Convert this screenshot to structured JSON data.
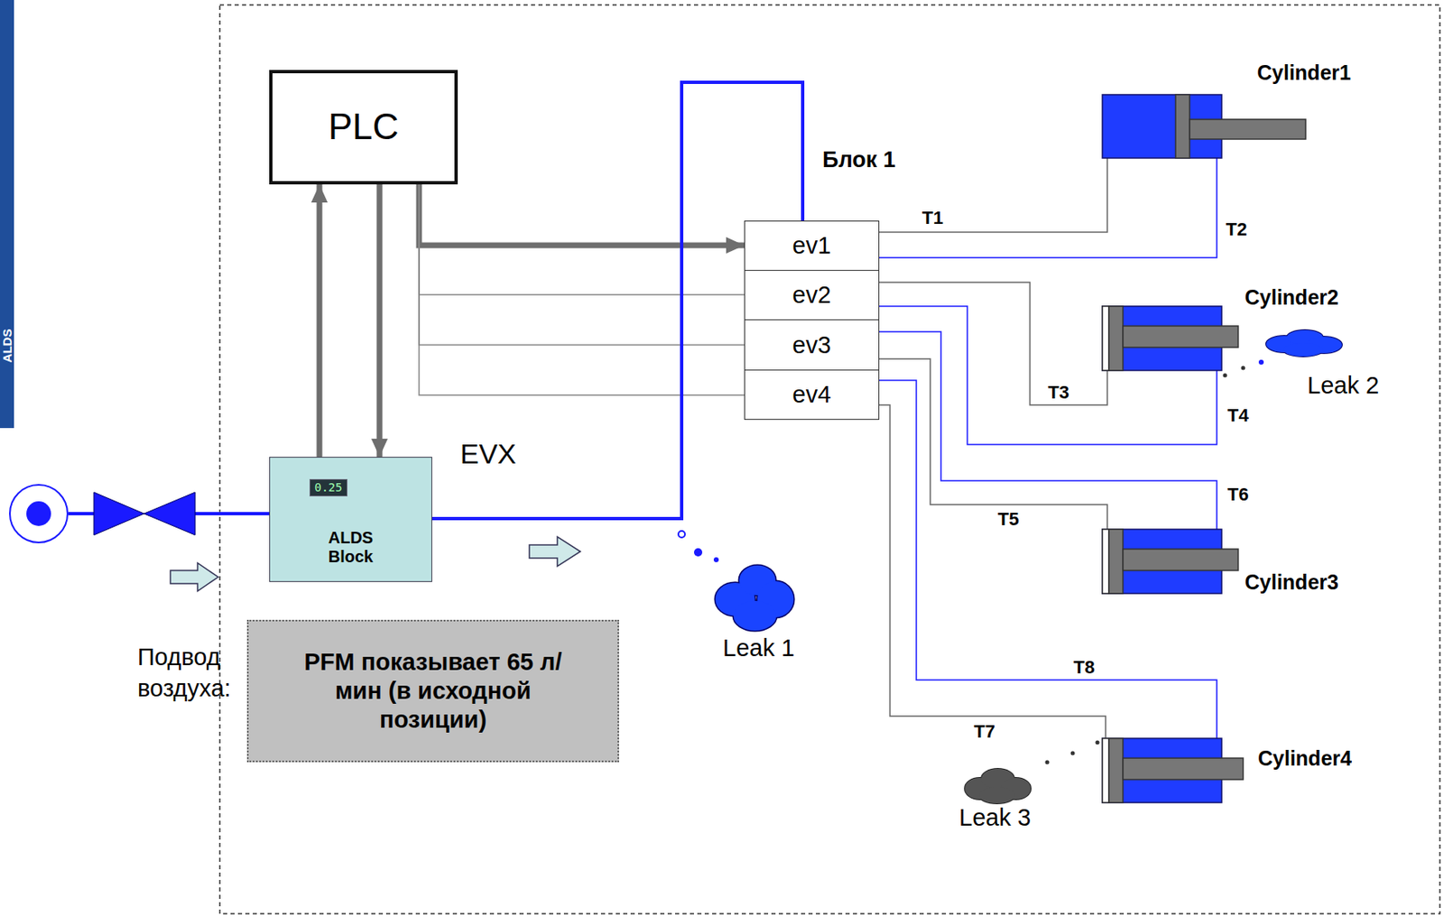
{
  "diagram": {
    "nodes": [
      {
        "text": [
          "PLC"
        ]
      },
      {
        "text": [
          "ALDS Block"
        ]
      },
      {
        "text": [
          "Блок 1"
        ]
      },
      {
        "text": [
          "ev1"
        ],
        "in": 2
      },
      {
        "text": [
          "ev2"
        ],
        "in": 2
      },
      {
        "text": [
          "ev3"
        ],
        "in": 2
      },
      {
        "text": [
          "ev4"
        ],
        "in": 2
      },
      {
        "text": [
          "Cylinder1"
        ]
      },
      {
        "text": [
          "Cylinder2"
        ]
      },
      {
        "text": [
          "Cylinder3"
        ]
      },
      {
        "text": [
          "Cylinder4"
        ]
      },
      {
        "text": [
          "PFM показывает 65 л/мин (в исходной позиции)"
        ]
      }
    ],
    "edges": [
      {
        "from": 1,
        "to": 0,
        "arrow": "to"
      },
      {
        "from": 0,
        "to": 1,
        "arrow": "to"
      },
      {
        "from": 0,
        "to": 3,
        "arrow": "to"
      },
      {
        "from": 0,
        "to": 4,
        "arrow": "none"
      },
      {
        "from": 0,
        "to": 5,
        "arrow": "none"
      },
      {
        "from": 0,
        "to": 6,
        "arrow": "none"
      },
      {
        "from": 1,
        "to": 2,
        "arrow": "none"
      },
      {
        "from": 3,
        "to": 7,
        "label": "T1",
        "arrow": "none"
      },
      {
        "from": 3,
        "to": 7,
        "label": "T2",
        "arrow": "none"
      },
      {
        "from": 4,
        "to": 8,
        "label": "T3",
        "arrow": "none"
      },
      {
        "from": 4,
        "to": 8,
        "label": "T4",
        "arrow": "none"
      },
      {
        "from": 5,
        "to": 9,
        "label": "T5",
        "arrow": "none"
      },
      {
        "from": 5,
        "to": 9,
        "label": "T6",
        "arrow": "none"
      },
      {
        "from": 6,
        "to": 10,
        "label": "T7",
        "arrow": "none"
      },
      {
        "from": 6,
        "to": 10,
        "label": "T8",
        "arrow": "none"
      }
    ],
    "labels": [
      "EVX",
      "ALDS",
      "0.25",
      "Leak 1",
      "Leak 2",
      "Leak 3",
      "Подвод воздуха:"
    ]
  }
}
